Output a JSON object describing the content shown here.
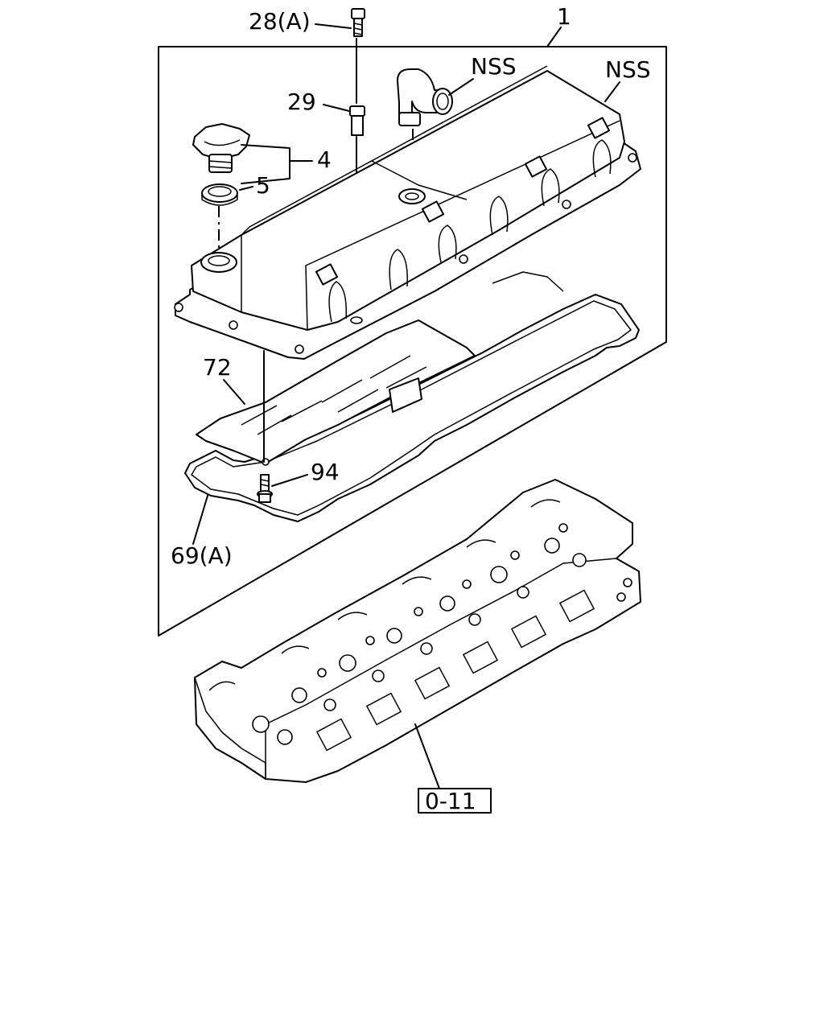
{
  "callouts": {
    "c1": "1",
    "c28a": "28(A)",
    "c29": "29",
    "nss_pipe": "NSS",
    "nss_cover": "NSS",
    "c4": "4",
    "c5": "5",
    "c72": "72",
    "c94": "94",
    "c69a": "69(A)",
    "ref_box": "0-11"
  }
}
